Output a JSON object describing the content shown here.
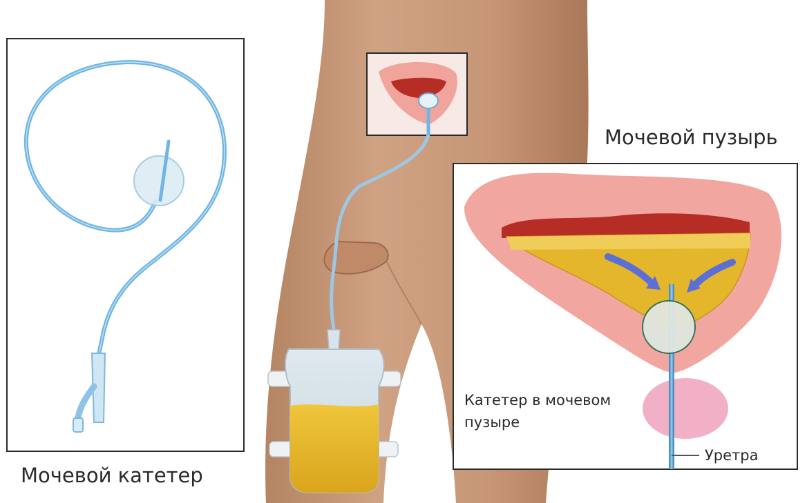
{
  "labels": {
    "urinary_catheter": "Мочевой катетер",
    "bladder": "Мочевой пузырь",
    "catheter_in_bladder_line1": "Катетер в мочевом",
    "catheter_in_bladder_line2": "пузыре",
    "urethra": "Уретра"
  },
  "colors": {
    "skin": "#c89a79",
    "skin_shadow": "#b07f5d",
    "catheter_blue": "#6fb6e4",
    "bladder_wall": "#f2a6a0",
    "bladder_inner": "#c8352b",
    "urine": "#e6b82a",
    "prostate": "#f0a8c0",
    "arrow": "#5b6fd6",
    "frame": "#222222"
  }
}
